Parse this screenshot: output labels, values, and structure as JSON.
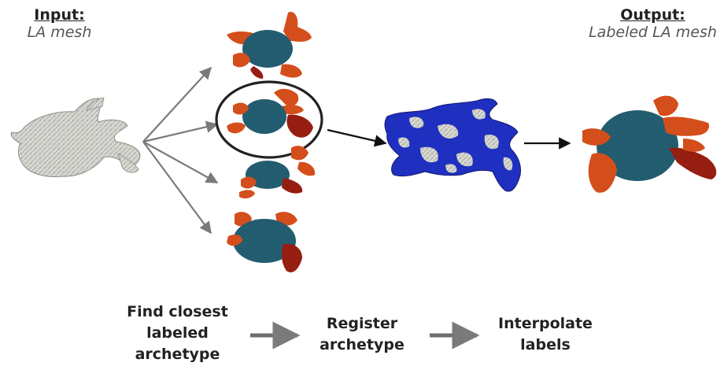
{
  "input": {
    "title": "Input:",
    "subtitle": "LA mesh"
  },
  "output": {
    "title": "Output:",
    "subtitle": "Labeled LA mesh"
  },
  "steps": [
    {
      "lines": [
        "Find closest",
        "labeled",
        "archetype"
      ]
    },
    {
      "lines": [
        "Register",
        "archetype"
      ]
    },
    {
      "lines": [
        "Interpolate",
        "labels"
      ]
    }
  ],
  "colors": {
    "mesh_gray": "#d6d6d0",
    "body_teal": "#245f73",
    "vein_orange": "#d8501c",
    "appendage_red": "#9a1f12",
    "registration_blue": "#1f2fc0",
    "arrow_gray": "#7a7a7a",
    "arrow_black": "#111111"
  }
}
